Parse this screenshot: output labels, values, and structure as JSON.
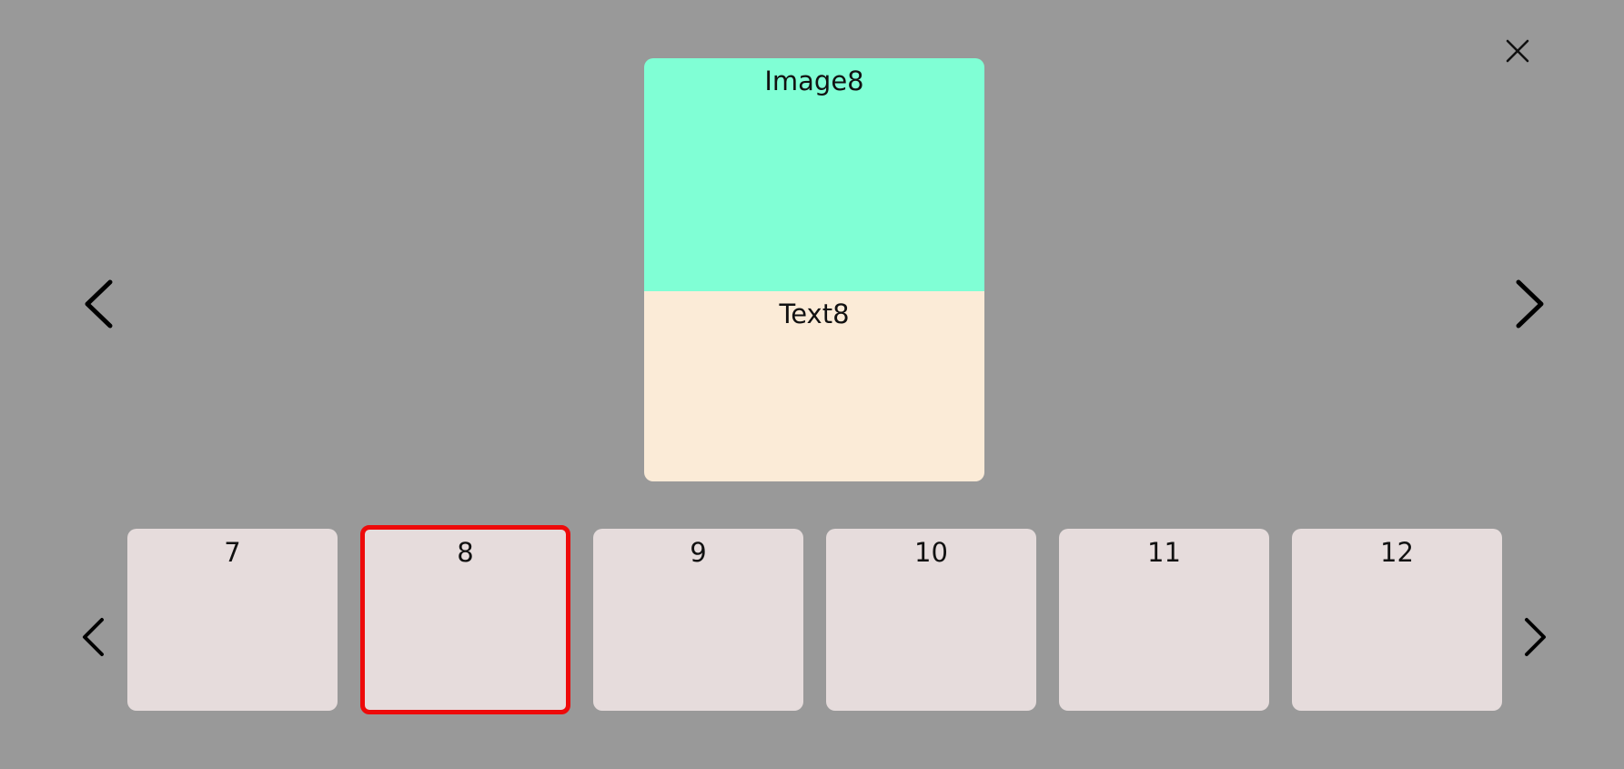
{
  "viewer": {
    "close_icon": "close-icon",
    "prev_icon": "chevron-left-icon",
    "next_icon": "chevron-right-icon"
  },
  "card": {
    "image_label": "Image8",
    "text_label": "Text8",
    "image_color": "#80ffd5",
    "text_color": "#fbebd7"
  },
  "thumbnails": {
    "items": [
      {
        "label": "7"
      },
      {
        "label": "8",
        "selected": true
      },
      {
        "label": "9"
      },
      {
        "label": "10"
      },
      {
        "label": "11"
      },
      {
        "label": "12"
      }
    ],
    "selected_border_color": "#ee0a0a"
  }
}
